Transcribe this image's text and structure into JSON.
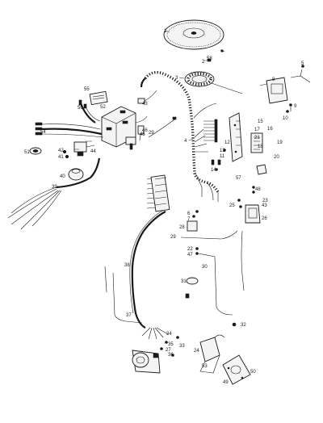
{
  "diagram": {
    "callouts": [
      "1",
      "2",
      "3",
      "4",
      "5",
      "6",
      "7",
      "8",
      "9",
      "10",
      "11",
      "12",
      "13",
      "14",
      "15",
      "16",
      "17",
      "18",
      "19",
      "20",
      "21",
      "22",
      "23",
      "24",
      "25",
      "26",
      "27",
      "28",
      "29",
      "30",
      "31",
      "32",
      "33",
      "34",
      "35",
      "36",
      "37",
      "38",
      "39",
      "40",
      "41",
      "42",
      "43",
      "44",
      "45",
      "46",
      "47",
      "48",
      "49",
      "50",
      "51",
      "52",
      "53",
      "54",
      "55",
      "56",
      "57",
      "58"
    ]
  }
}
